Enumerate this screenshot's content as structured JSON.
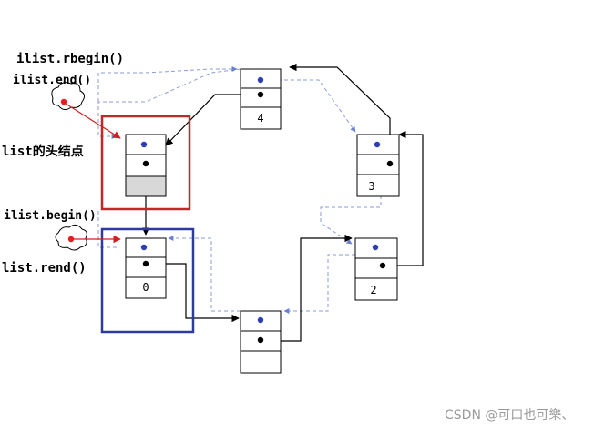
{
  "labels": {
    "rbegin": "ilist.rbegin()",
    "end": "ilist.end()",
    "head": "list的头结点",
    "begin": "ilist.begin()",
    "rend": "list.rend()"
  },
  "nodes": [
    {
      "value": "4"
    },
    {
      "value": "3"
    },
    {
      "value": "2"
    },
    {
      "value": "0"
    },
    {
      "value": ""
    }
  ],
  "watermark": "CSDN @可口也可樂、",
  "colors": {
    "solid_arrow": "#000000",
    "dashed_arrow": "#8b9bd6",
    "prev_dot": "#2e3cb8",
    "next_dot": "#000000",
    "iterator_dot": "#e02020",
    "head_box": "#c0282c",
    "begin_box": "#2f3aa0",
    "head_fill": "#d8d8d8"
  }
}
